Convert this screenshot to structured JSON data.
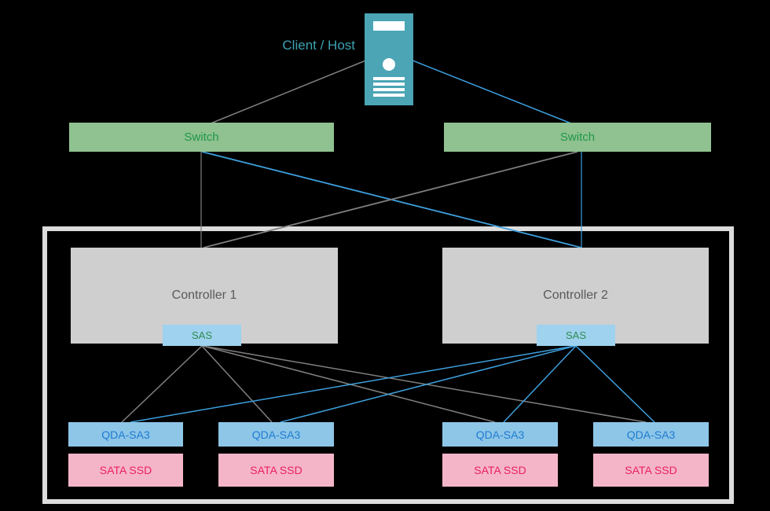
{
  "client": {
    "label": "Client / Host"
  },
  "switches": [
    {
      "label": "Switch"
    },
    {
      "label": "Switch"
    }
  ],
  "enclosure": {
    "controllers": [
      {
        "label": "Controller 1",
        "port": "SAS"
      },
      {
        "label": "Controller 2",
        "port": "SAS"
      }
    ],
    "adapters": [
      {
        "label": "QDA-SA3"
      },
      {
        "label": "QDA-SA3"
      },
      {
        "label": "QDA-SA3"
      },
      {
        "label": "QDA-SA3"
      }
    ],
    "drives": [
      {
        "label": "SATA SSD"
      },
      {
        "label": "SATA SSD"
      },
      {
        "label": "SATA SSD"
      },
      {
        "label": "SATA SSD"
      }
    ]
  },
  "colors": {
    "background": "#000000",
    "server_icon": "#4BA5B5",
    "client_text": "#3DA2B2",
    "switch_fill": "#8FC290",
    "switch_text": "#21964A",
    "controller_fill": "#CFCFCF",
    "controller_text": "#58595B",
    "sas_fill": "#9FD2EE",
    "sas_text": "#2E8B50",
    "adapter_fill": "#8EC6E8",
    "adapter_text": "#1E7BD0",
    "drive_fill": "#F5B5C9",
    "drive_text": "#E91F63",
    "enclosure_border": "#DCDCDC",
    "link_gray": "#7F7F7F",
    "link_blue": "#3D9FDC"
  }
}
